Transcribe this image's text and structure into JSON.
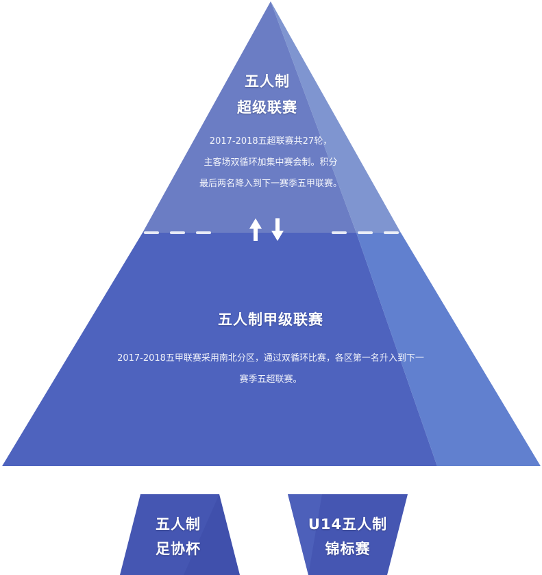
{
  "pyramid": {
    "top_tier": {
      "title_line1": "五人制",
      "title_line2": "超级联赛",
      "desc_line1": "2017-2018五超联赛共27轮，",
      "desc_line2": "主客场双循环加集中赛会制。积分",
      "desc_line3": "最后两名降入到下一赛季五甲联赛。"
    },
    "middle_tier": {
      "title": "五人制甲级联赛",
      "desc_line1": "2017-2018五甲联赛采用南北分区，通过双循环比赛，各区第一名升入到下一",
      "desc_line2": "赛季五超联赛。"
    },
    "promotion_arrows": [
      "arrow-up-icon",
      "arrow-down-icon"
    ]
  },
  "bottom_blocks": {
    "cup": {
      "line1": "五人制",
      "line2": "足协杯"
    },
    "u14": {
      "line1": "U14五人制",
      "line2": "锦标赛"
    }
  },
  "colors": {
    "top_face": "#6b7dc4",
    "top_side": "#7f95d0",
    "bottom_face": "#4e63be",
    "bottom_side": "#6180cf",
    "block": "#4556b2",
    "divider": "#ffffff"
  }
}
